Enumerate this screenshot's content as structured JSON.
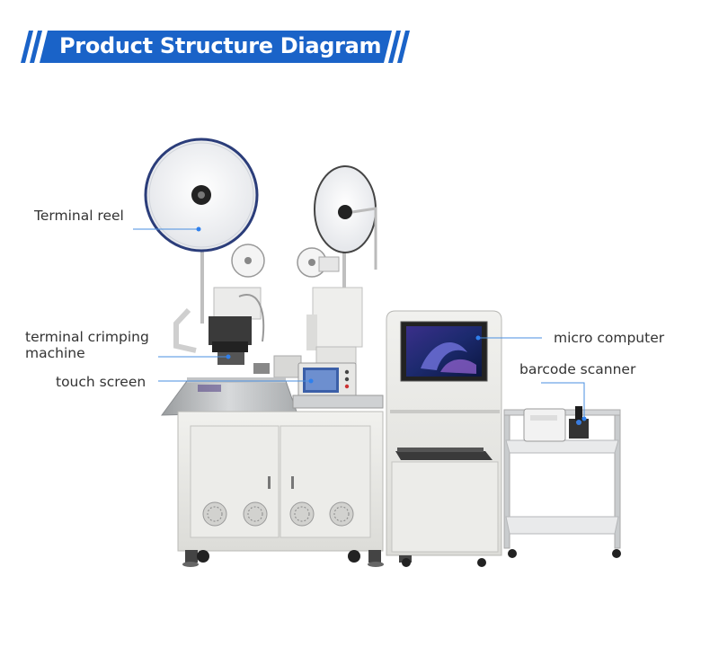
{
  "banner": {
    "title": "Product Structure Diagram",
    "color": "#1a63c8"
  },
  "labels": {
    "terminal_reel": "Terminal reel",
    "crimping_line1": "terminal crimping",
    "crimping_line2": "machine",
    "touch_screen": "touch screen",
    "micro_computer": "micro computer",
    "barcode_scanner": "barcode scanner"
  },
  "colors": {
    "leader_line": "#4a8fe0",
    "leader_dot": "#2f80ed",
    "machine_body": "#e9e9e6",
    "frame_aluminum": "#c9ccce"
  }
}
